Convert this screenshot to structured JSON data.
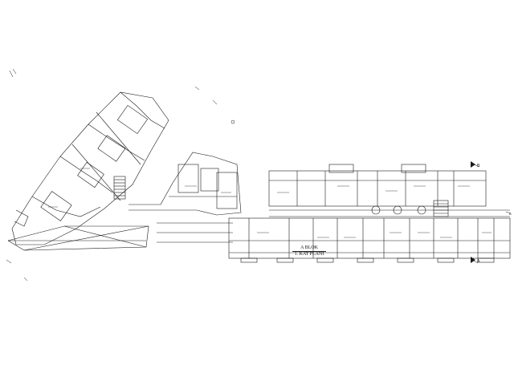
{
  "drawing": {
    "block_title": "A BLOK",
    "floor_title": "1. KAT PLANI",
    "section_marks": [
      "B",
      "B",
      "A"
    ]
  },
  "colors": {
    "background": "#ffffff",
    "line": "#1a1a1a"
  }
}
